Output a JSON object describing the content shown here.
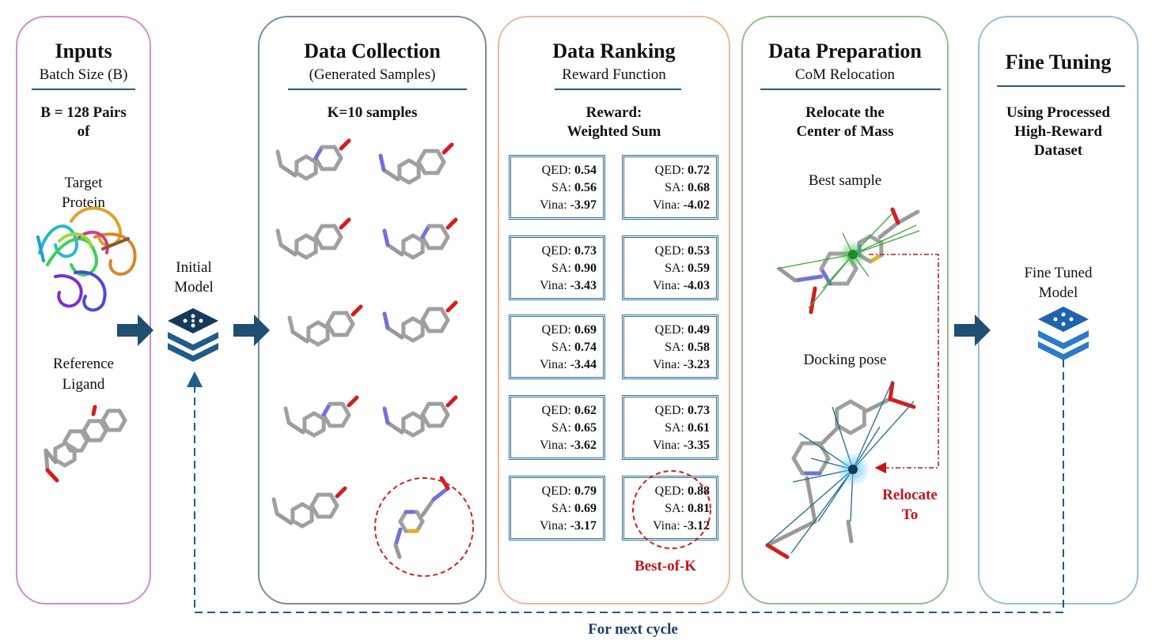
{
  "inputs": {
    "title": "Inputs",
    "subtitle": "Batch Size (B)",
    "batch_line1": "B = 128 Pairs",
    "batch_line2": "of",
    "target_line1": "Target",
    "target_line2": "Protein",
    "ligand_line1": "Reference",
    "ligand_line2": "Ligand"
  },
  "initial_model": {
    "line1": "Initial",
    "line2": "Model",
    "icon": "layers-stack-icon"
  },
  "collection": {
    "title": "Data Collection",
    "subtitle": "(Generated Samples)",
    "samples_label": "K=10 samples"
  },
  "ranking": {
    "title": "Data Ranking",
    "subtitle": "Reward Function",
    "reward_line1": "Reward:",
    "reward_line2": "Weighted Sum",
    "best_label": "Best-of-K",
    "cards": [
      {
        "qed": "0.54",
        "sa": "0.56",
        "vina": "-3.97"
      },
      {
        "qed": "0.72",
        "sa": "0.68",
        "vina": "-4.02"
      },
      {
        "qed": "0.73",
        "sa": "0.90",
        "vina": "-3.43"
      },
      {
        "qed": "0.53",
        "sa": "0.59",
        "vina": "-4.03"
      },
      {
        "qed": "0.69",
        "sa": "0.74",
        "vina": "-3.44"
      },
      {
        "qed": "0.49",
        "sa": "0.58",
        "vina": "-3.23"
      },
      {
        "qed": "0.62",
        "sa": "0.65",
        "vina": "-3.62"
      },
      {
        "qed": "0.73",
        "sa": "0.61",
        "vina": "-3.35"
      },
      {
        "qed": "0.79",
        "sa": "0.69",
        "vina": "-3.17"
      },
      {
        "qed": "0.88",
        "sa": "0.81",
        "vina": "-3.12"
      }
    ],
    "qed_label": "QED:",
    "sa_label": "SA:",
    "vina_label": "Vina:"
  },
  "preparation": {
    "title": "Data Preparation",
    "subtitle": "CoM Relocation",
    "desc_line1": "Relocate the",
    "desc_line2": "Center of Mass",
    "best_sample": "Best sample",
    "docking_pose": "Docking pose",
    "relocate_line1": "Relocate",
    "relocate_line2": "To"
  },
  "fine_tuning": {
    "title": "Fine Tuning",
    "desc_line1": "Using Processed",
    "desc_line2": "High-Reward",
    "desc_line3": "Dataset",
    "model_line1": "Fine Tuned",
    "model_line2": "Model"
  },
  "cycle_label": "For next cycle",
  "colors": {
    "inputs_border": "#d48bd0",
    "collection_border": "#7a8ca0",
    "ranking_border": "#f1b891",
    "preparation_border": "#8fbf8c",
    "fine_border": "#98bfd6",
    "arrow": "#1f5c86",
    "highlight": "#c0161b"
  }
}
